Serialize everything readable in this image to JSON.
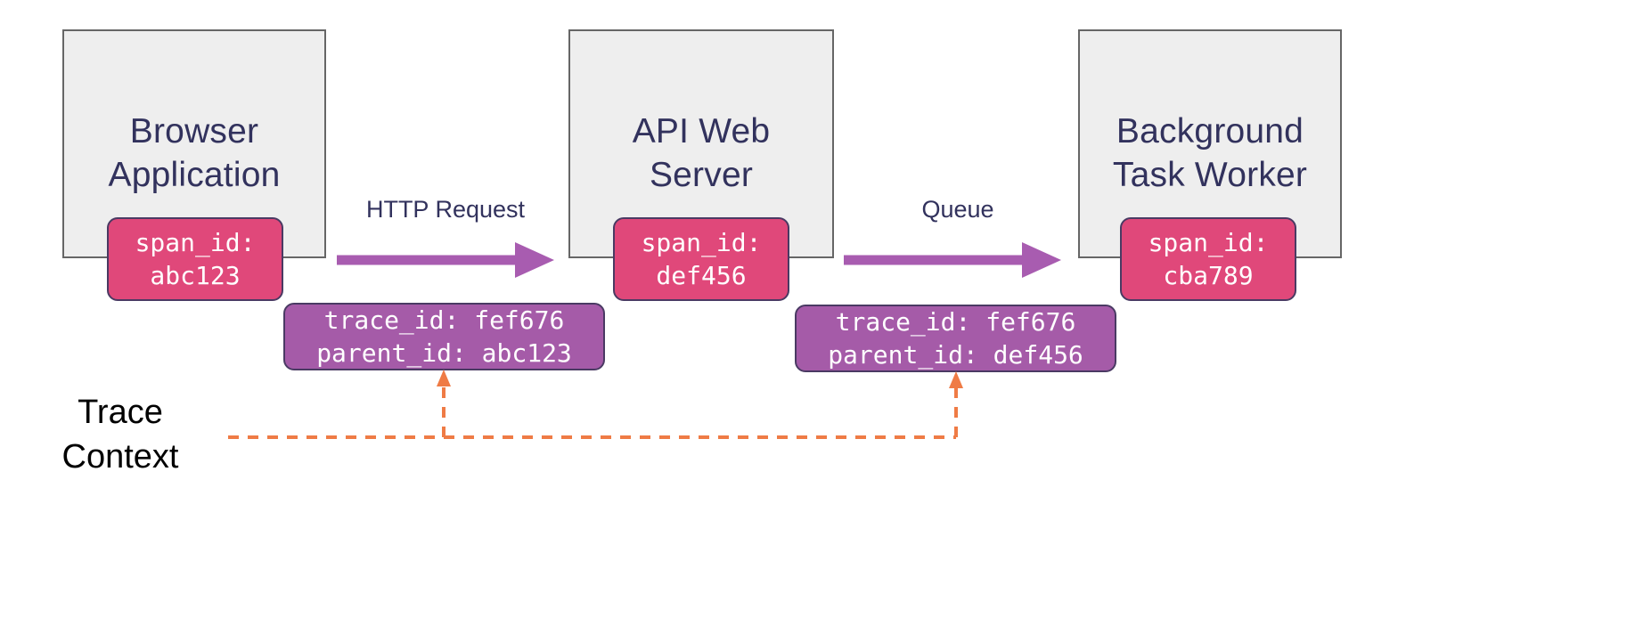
{
  "diagram": {
    "title_label": "Trace Context",
    "colors": {
      "node_fill": "#eeeeee",
      "node_border": "#666666",
      "node_text": "#32325d",
      "span_badge_fill": "#e0487a",
      "span_badge_border": "#4a3a63",
      "context_box_fill": "#a55ba8",
      "context_box_border": "#4a3a63",
      "flow_arrow": "#a85cb0",
      "trace_line": "#ef7b45",
      "background": "#ffffff"
    }
  },
  "nodes": [
    {
      "id": "browser",
      "title": "Browser\nApplication",
      "span_label": "span_id:",
      "span_value": "abc123"
    },
    {
      "id": "api",
      "title": "API Web\nServer",
      "span_label": "span_id:",
      "span_value": "def456"
    },
    {
      "id": "worker",
      "title": "Background\nTask Worker",
      "span_label": "span_id:",
      "span_value": "cba789"
    }
  ],
  "flows": [
    {
      "id": "http",
      "label": "HTTP Request"
    },
    {
      "id": "queue",
      "label": "Queue"
    }
  ],
  "contexts": [
    {
      "id": "ctx-http",
      "trace_line": "trace_id: fef676",
      "parent_line": "parent_id: abc123"
    },
    {
      "id": "ctx-queue",
      "trace_line": "trace_id: fef676",
      "parent_line": "parent_id: def456"
    }
  ]
}
